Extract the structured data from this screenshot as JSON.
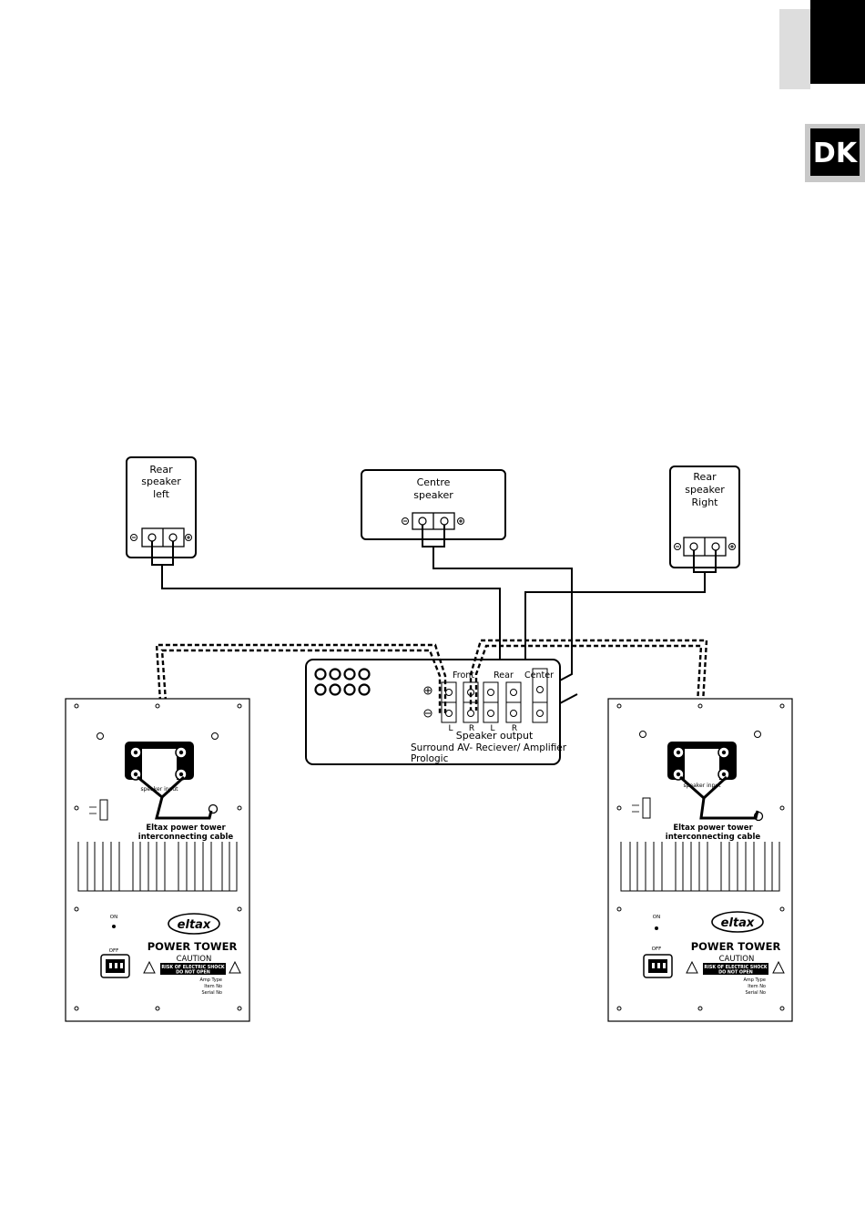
{
  "language_tab": {
    "label": "DK"
  },
  "speakers": {
    "rear_left": {
      "line1": "Rear",
      "line2": "speaker",
      "line3": "left"
    },
    "centre": {
      "line1": "Centre",
      "line2": "speaker"
    },
    "rear_right": {
      "line1": "Rear",
      "line2": "speaker",
      "line3": "Right"
    }
  },
  "receiver": {
    "group_front": "Front",
    "group_rear": "Rear",
    "group_center": "Center",
    "terminal_L1": "L",
    "terminal_R1": "R",
    "terminal_L2": "L",
    "terminal_R2": "R",
    "output_label": "Speaker output",
    "title_line1": "Surround AV- Reciever/ Amplifier",
    "title_line2": "Prologic"
  },
  "power_tower_left": {
    "cable_line1": "Eltax power tower",
    "cable_line2": "interconnecting cable",
    "input_label": "speaker input",
    "on_label": "ON",
    "off_label": "OFF",
    "logo": "eltax",
    "product": "POWER TOWER",
    "caution": "CAUTION",
    "warning_line1": "RISK OF ELECTRIC SHOCK",
    "warning_line2": "DO NOT OPEN",
    "amp_type": "Amp Type",
    "item_no": "Item No",
    "serial_no": "Serial No"
  },
  "power_tower_right": {
    "cable_line1": "Eltax power tower",
    "cable_line2": "interconnecting cable",
    "input_label": "speaker input",
    "on_label": "ON",
    "off_label": "OFF",
    "logo": "eltax",
    "product": "POWER TOWER",
    "caution": "CAUTION",
    "warning_line1": "RISK OF ELECTRIC SHOCK",
    "warning_line2": "DO NOT OPEN",
    "amp_type": "Amp Type",
    "item_no": "Item No",
    "serial_no": "Serial No"
  }
}
